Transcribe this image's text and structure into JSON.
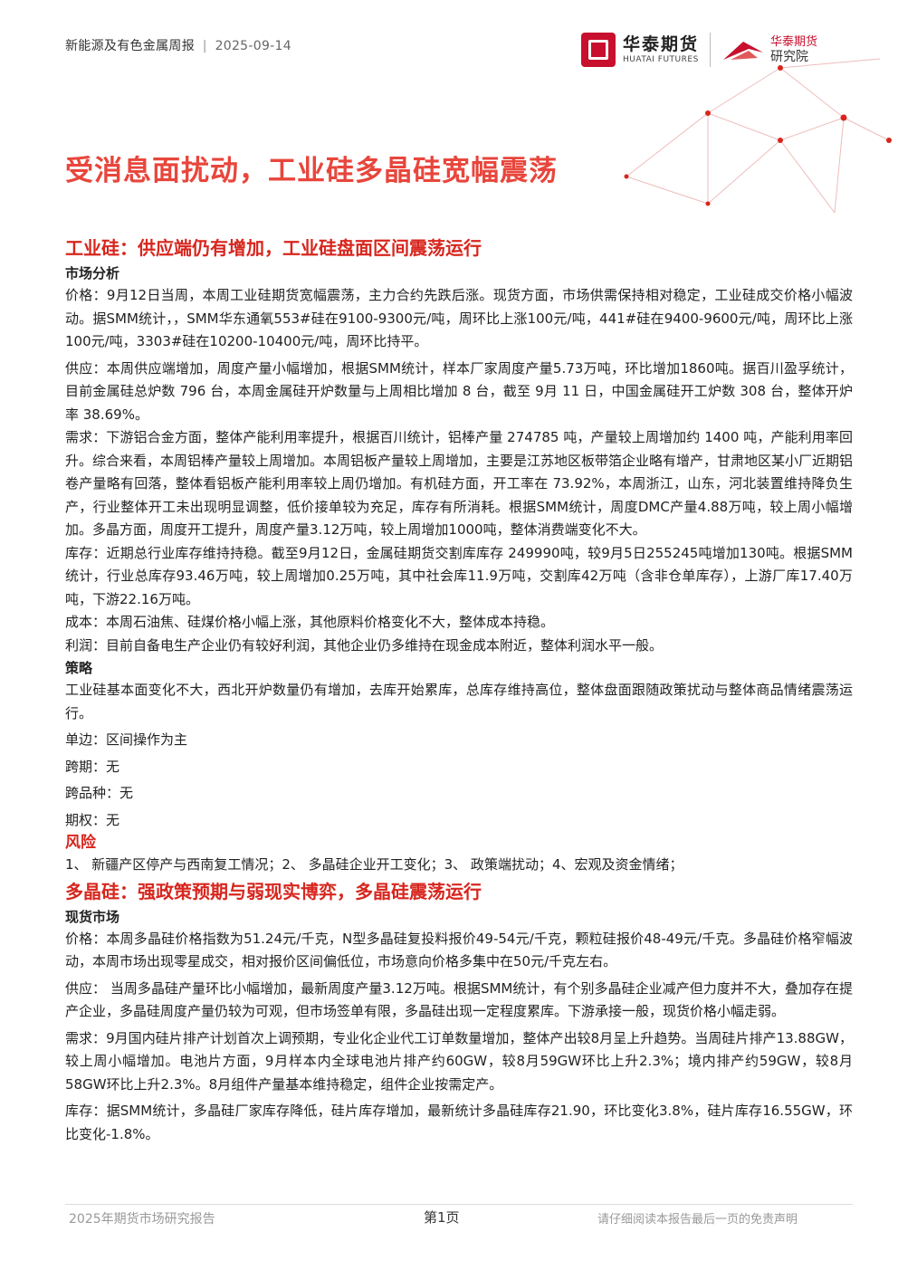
{
  "header": {
    "report_name": "新能源及有色金属周报",
    "separator": "|",
    "date": "2025-09-14",
    "logo_cn": "华泰期货",
    "logo_en": "HUATAI FUTURES",
    "institute_name": "华泰期货",
    "institute_sub": "研究院"
  },
  "main_title": "受消息面扰动，工业硅多晶硅宽幅震荡",
  "section1": {
    "title": "工业硅：供应端仍有增加，工业硅盘面区间震荡运行",
    "market_heading": "市场分析",
    "price": "价格：9月12日当周，本周工业硅期货宽幅震荡，主力合约先跌后涨。现货方面，市场供需保持相对稳定，工业硅成交价格小幅波动。据SMM统计，，SMM华东通氧553#硅在9100-9300元/吨，周环比上涨100元/吨，441#硅在9400-9600元/吨，周环比上涨100元/吨，3303#硅在10200-10400元/吨，周环比持平。",
    "supply": "供应：本周供应端增加，周度产量小幅增加，根据SMM统计，样本厂家周度产量5.73万吨，环比增加1860吨。据百川盈孚统计，目前金属硅总炉数 796 台，本周金属硅开炉数量与上周相比增加 8 台，截至 9月 11 日，中国金属硅开工炉数 308 台，整体开炉率 38.69%。",
    "demand": "需求：下游铝合金方面，整体产能利用率提升，根据百川统计，铝棒产量 274785 吨，产量较上周增加约 1400 吨，产能利用率回升。综合来看，本周铝棒产量较上周增加。本周铝板产量较上周增加，主要是江苏地区板带箔企业略有增产，甘肃地区某小厂近期铝卷产量略有回落，整体看铝板产能利用率较上周仍增加。有机硅方面，开工率在 73.92%，本周浙江，山东，河北装置维持降负生产，行业整体开工未出现明显调整，低价接单较为充足，库存有所消耗。根据SMM统计，周度DMC产量4.88万吨，较上周小幅增加。多晶方面，周度开工提升，周度产量3.12万吨，较上周增加1000吨，整体消费端变化不大。",
    "inventory": "库存：近期总行业库存维持持稳。截至9月12日，金属硅期货交割库库存 249990吨，较9月5日255245吨增加130吨。根据SMM统计，行业总库存93.46万吨，较上周增加0.25万吨，其中社会库11.9万吨，交割库42万吨（含非仓单库存），上游厂库17.40万吨，下游22.16万吨。",
    "cost": "成本：本周石油焦、硅煤价格小幅上涨，其他原料价格变化不大，整体成本持稳。",
    "profit": "利润：目前自备电生产企业仍有较好利润，其他企业仍多维持在现金成本附近，整体利润水平一般。",
    "strategy_heading": "策略",
    "strategy": "工业硅基本面变化不大，西北开炉数量仍有增加，去库开始累库，总库存维持高位，整体盘面跟随政策扰动与整体商品情绪震荡运行。",
    "single": "单边：区间操作为主",
    "calendar": "跨期：无",
    "cross": "跨品种：无",
    "option": "期权：无",
    "risk_heading": "风险",
    "risk": "1、 新疆产区停产与西南复工情况；2、 多晶硅企业开工变化；3、 政策端扰动；4、宏观及资金情绪；"
  },
  "section2": {
    "title": "多晶硅：强政策预期与弱现实博弈，多晶硅震荡运行",
    "spot_heading": "现货市场",
    "price": "价格：本周多晶硅价格指数为51.24元/千克，N型多晶硅复投料报价49-54元/千克，颗粒硅报价48-49元/千克。多晶硅价格窄幅波动，本周市场出现零星成交，相对报价区间偏低位，市场意向价格多集中在50元/千克左右。",
    "supply": "供应： 当周多晶硅产量环比小幅增加，最新周度产量3.12万吨。根据SMM统计，有个别多晶硅企业减产但力度并不大，叠加存在提产企业，多晶硅周度产量仍较为可观，但市场签单有限，多晶硅出现一定程度累库。下游承接一般，现货价格小幅走弱。",
    "demand": "需求：9月国内硅片排产计划首次上调预期，专业化企业代工订单数量增加，整体产出较8月呈上升趋势。当周硅片排产13.88GW，较上周小幅增加。电池片方面，9月样本内全球电池片排产约60GW，较8月59GW环比上升2.3%；境内排产约59GW，较8月58GW环比上升2.3%。8月组件产量基本维持稳定，组件企业按需定产。",
    "inventory": "库存：据SMM统计，多晶硅厂家库存降低，硅片库存增加，最新统计多晶硅库存21.90，环比变化3.8%，硅片库存16.55GW，环比变化-1.8%。"
  },
  "footer": {
    "left": "2025年期货市场研究报告",
    "page": "第1页",
    "right": "请仔细阅读本报告最后一页的免责声明"
  },
  "colors": {
    "accent": "#d7261e",
    "title": "#e8463c",
    "brand": "#c8102e"
  }
}
